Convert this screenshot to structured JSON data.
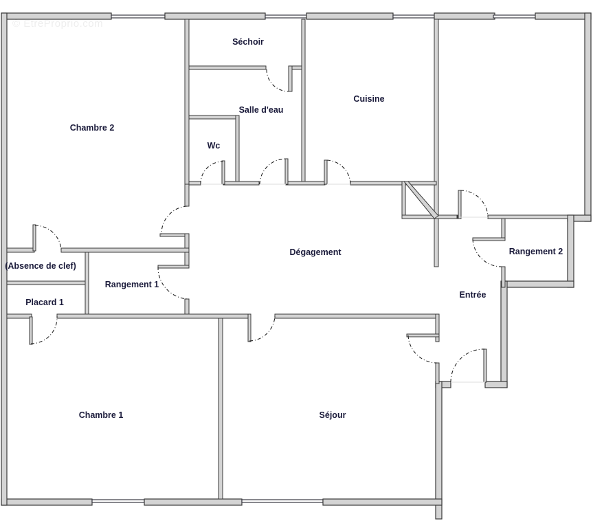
{
  "watermark": "© EtreProprio.com",
  "rooms": {
    "chambre2": "Chambre 2",
    "sechoir": "Séchoir",
    "salle_eau": "Salle d'eau",
    "wc": "Wc",
    "cuisine": "Cuisine",
    "absence_clef": "(Absence de clef)",
    "placard1": "Placard 1",
    "rangement1": "Rangement 1",
    "degagement": "Dégagement",
    "rangement2": "Rangement 2",
    "entree": "Entrée",
    "chambre1": "Chambre 1",
    "sejour": "Séjour"
  },
  "colors": {
    "wall_fill": "#d4d4d4",
    "wall_stroke": "#3a3a3a",
    "label": "#1a1a3a",
    "background": "#ffffff"
  }
}
